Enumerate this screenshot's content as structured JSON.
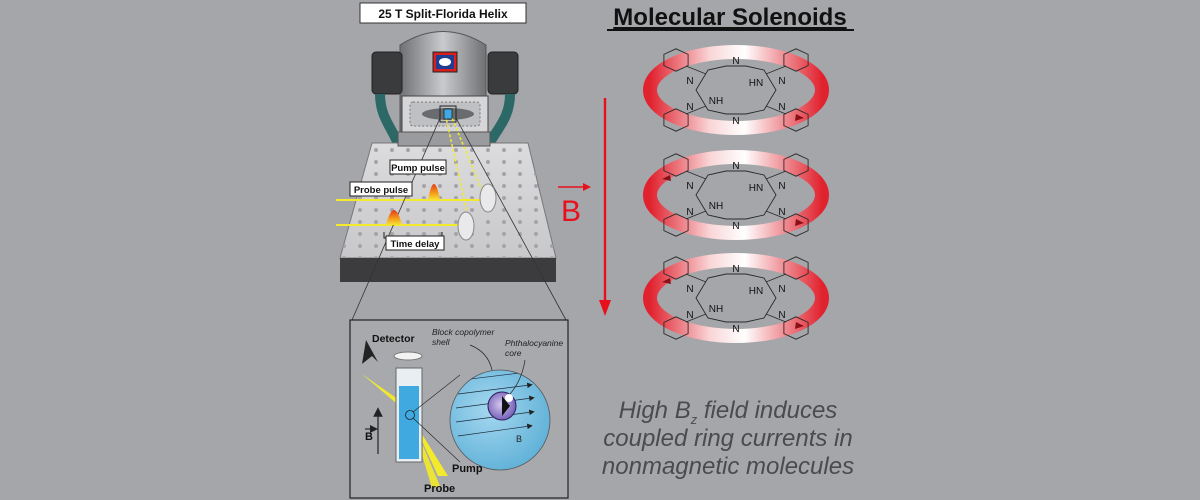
{
  "magnet": {
    "title": "25 T Split-Florida Helix"
  },
  "table_labels": {
    "pump_pulse": "Pump pulse",
    "probe_pulse": "Probe pulse",
    "time_delay": "Time delay"
  },
  "inset": {
    "detector": "Detector",
    "shell": [
      "Block copolymer",
      "shell"
    ],
    "core": [
      "Phthalocyanine",
      "core"
    ],
    "field": "B",
    "pump": "Pump",
    "probe": "Probe"
  },
  "solenoids": {
    "title": "Molecular Solenoids",
    "field": "B",
    "n": "N",
    "nh": "NH",
    "hn": "HN"
  },
  "caption": {
    "line1_pre": "High B",
    "line1_sub": "z",
    "line1_post": " field induces",
    "line2": "coupled ring currents in",
    "line3": "nonmagnetic molecules"
  },
  "colors": {
    "background": "#a5a6aa",
    "ring_red": "#e0222e",
    "arrow_red": "#e8101c",
    "beam_yellow": "#f2ea2a",
    "cuvette_blue": "#3fa9e0",
    "sphere_blue": "#86c6e4"
  }
}
